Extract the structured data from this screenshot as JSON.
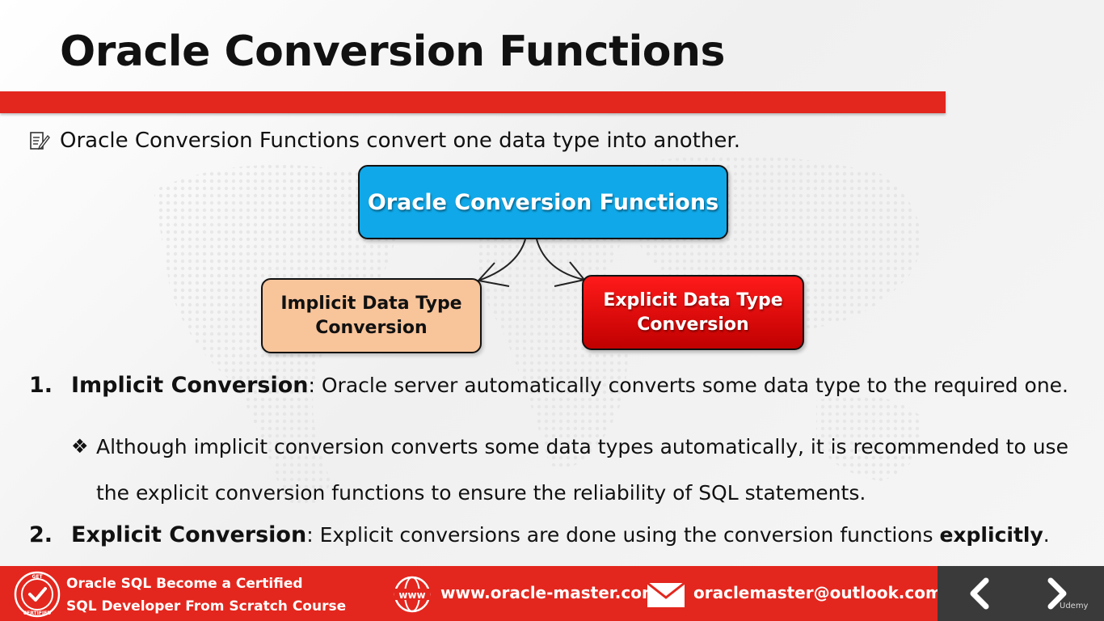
{
  "slide": {
    "title": "Oracle Conversion Functions",
    "intro": {
      "icon": "note-edit-icon",
      "text": "Oracle Conversion Functions convert one data type into another."
    },
    "diagram": {
      "root": "Oracle Conversion Functions",
      "implicit_line1": "Implicit Data Type",
      "implicit_line2": "Conversion",
      "explicit_line1": "Explicit Data Type",
      "explicit_line2": "Conversion",
      "colors": {
        "root": "#10a8e8",
        "implicit": "#f8c49a",
        "explicit": "#e00000"
      }
    },
    "points": [
      {
        "number": "1.",
        "lead": "Implicit Conversion",
        "colon": ":",
        "text": " Oracle server automatically converts some data type to the required one."
      },
      {
        "number": "2.",
        "lead": "Explicit Conversion",
        "colon": ":",
        "text": " Explicit conversions are done using the conversion functions ",
        "emphasis": "explicitly",
        "end": "."
      }
    ],
    "sub_point": {
      "bullet": "❖",
      "line1": "Although implicit conversion converts some data types automatically, it is recommended to use",
      "line2": "the explicit conversion functions to ensure the reliability of SQL statements."
    }
  },
  "footer": {
    "cert_badge_top": "GET",
    "cert_badge_bottom": "CERTIFIED",
    "course_line1": "Oracle SQL Become a Certified",
    "course_line2": "SQL  Developer  From Scratch Course",
    "www_label": "www",
    "website": "www.oracle-master.com",
    "email": "oraclemaster@outlook.com",
    "brand": "Udemy",
    "accent": "#e3271e",
    "dark": "#3a3a3a"
  }
}
